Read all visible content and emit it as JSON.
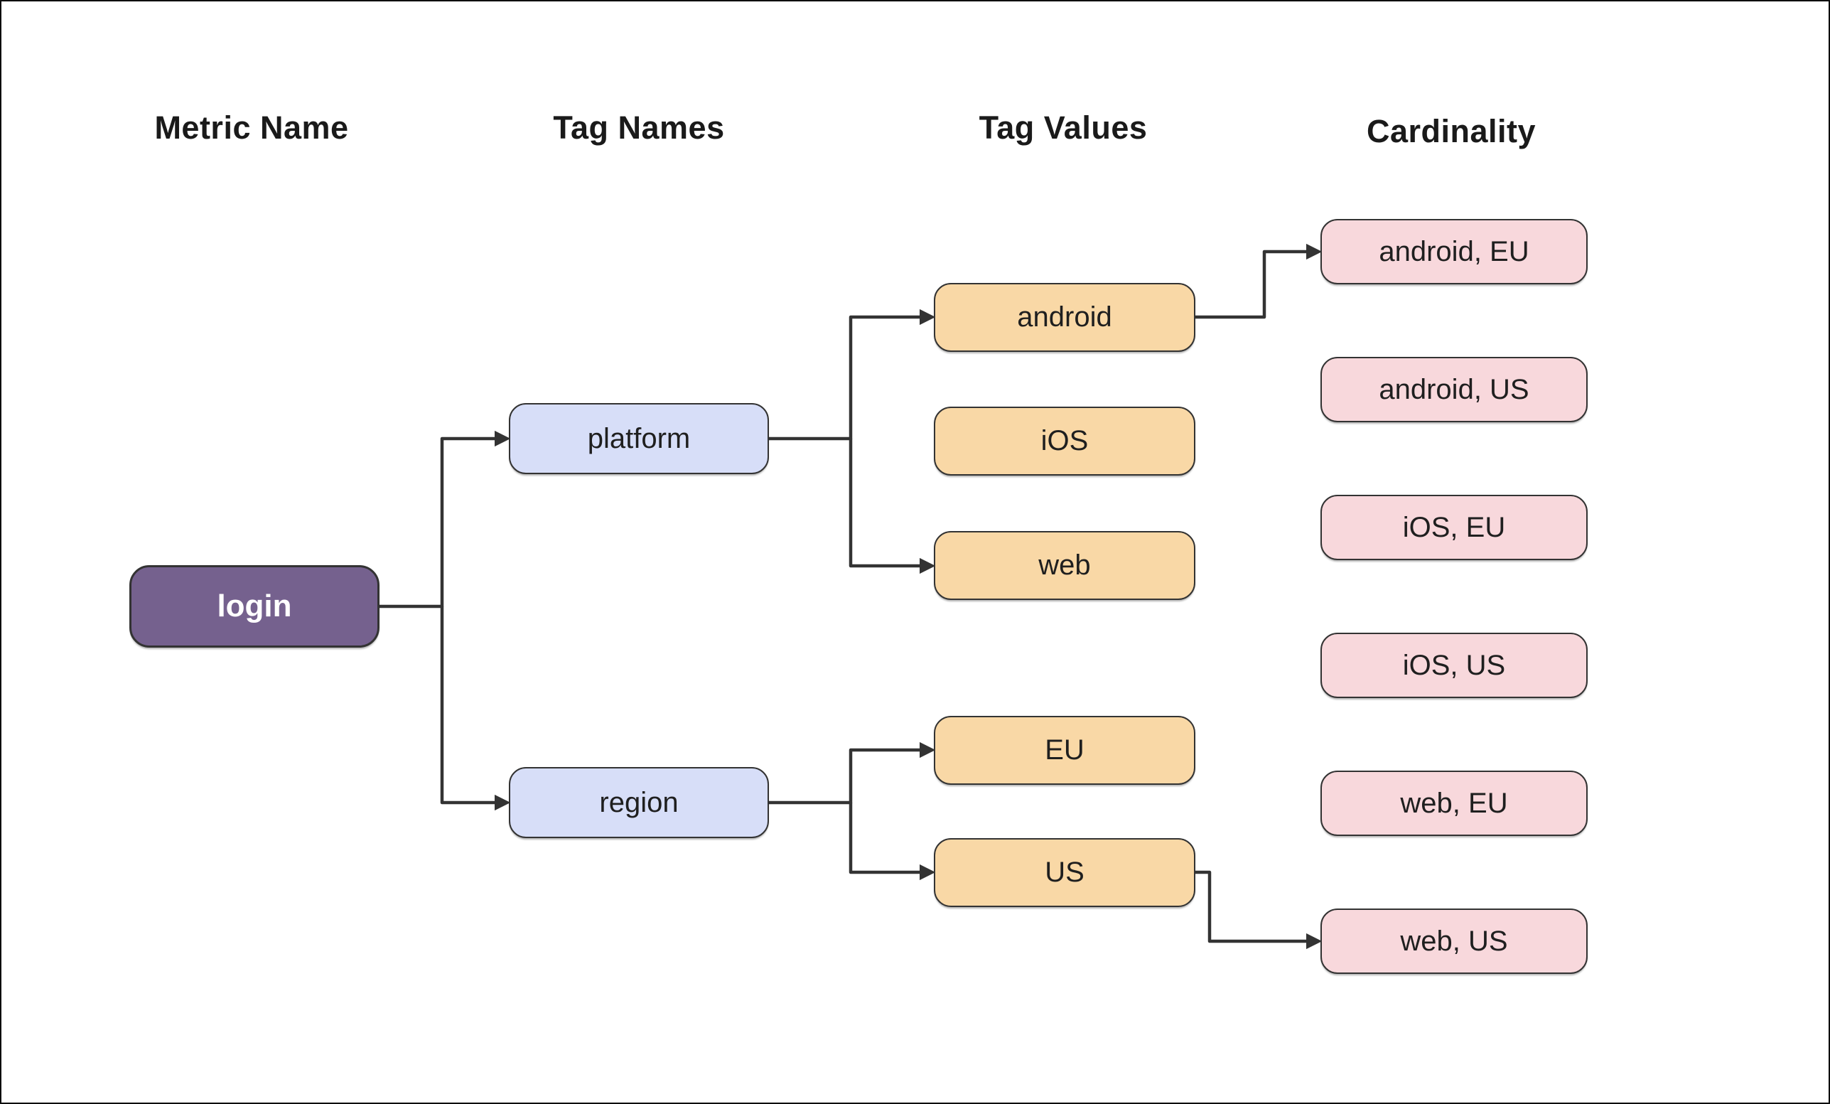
{
  "diagram": {
    "columns": [
      {
        "label": "Metric Name"
      },
      {
        "label": "Tag Names"
      },
      {
        "label": "Tag Values"
      },
      {
        "label": "Cardinality"
      }
    ],
    "nodes": {
      "login": {
        "label": "login"
      },
      "platform": {
        "label": "platform"
      },
      "region": {
        "label": "region"
      },
      "android": {
        "label": "android"
      },
      "ios": {
        "label": "iOS"
      },
      "web": {
        "label": "web"
      },
      "eu": {
        "label": "EU"
      },
      "us": {
        "label": "US"
      },
      "android_eu": {
        "label": "android, EU"
      },
      "android_us": {
        "label": "android, US"
      },
      "ios_eu": {
        "label": "iOS, EU"
      },
      "ios_us": {
        "label": "iOS, US"
      },
      "web_eu": {
        "label": "web, EU"
      },
      "web_us": {
        "label": "web, US"
      }
    },
    "edges": [
      {
        "from": "login",
        "to": "platform"
      },
      {
        "from": "login",
        "to": "region"
      },
      {
        "from": "platform",
        "to": "android"
      },
      {
        "from": "platform",
        "to": "web"
      },
      {
        "from": "android",
        "to": "android_eu"
      },
      {
        "from": "region",
        "to": "eu"
      },
      {
        "from": "region",
        "to": "us"
      },
      {
        "from": "us",
        "to": "web_us"
      }
    ],
    "colors": {
      "background": "#ffffff",
      "connector": "#333333",
      "node_border": "#333333",
      "node_text": "#1f1f1f",
      "header_text": "#1a1a1a",
      "metric_fill": "#75618E",
      "metric_text": "#ffffff",
      "tag_name_fill": "#D7DEF8",
      "tag_value_fill": "#F9D8A6",
      "cardinality_fill": "#F8D8DC"
    }
  }
}
